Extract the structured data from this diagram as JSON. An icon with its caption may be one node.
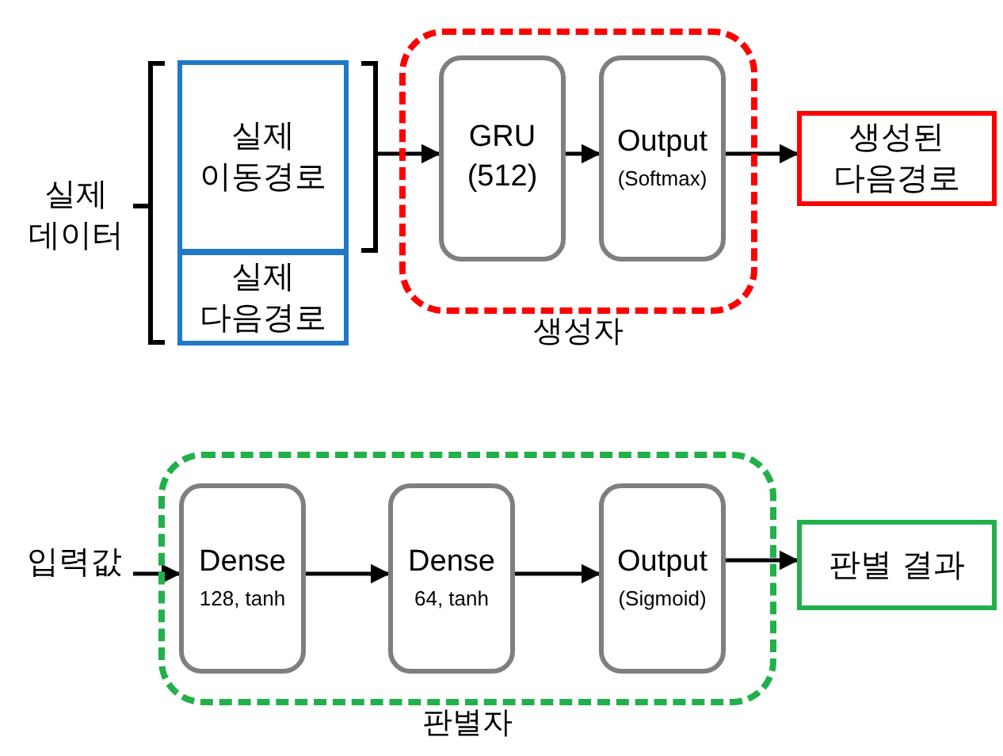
{
  "diagram": {
    "nodes": [
      {
        "text": [
          "실제 이동경로"
        ]
      },
      {
        "text": [
          "실제 다음경로"
        ]
      },
      {
        "text": [
          "생성자"
        ]
      },
      {
        "text": [
          "GRU (512)"
        ],
        "in": 2
      },
      {
        "text": [
          "Output",
          "(Softmax)"
        ],
        "in": 2
      },
      {
        "text": [
          "생성된 다음경로"
        ]
      },
      {
        "text": [
          "입력값"
        ]
      },
      {
        "text": [
          "판별자"
        ]
      },
      {
        "text": [
          "Dense",
          "128, tanh"
        ],
        "in": 7
      },
      {
        "text": [
          "Dense",
          "64, tanh"
        ],
        "in": 7
      },
      {
        "text": [
          "Output",
          "(Sigmoid)"
        ],
        "in": 7
      },
      {
        "text": [
          "판별 결과"
        ]
      }
    ],
    "edges": [
      {
        "from": null,
        "to": 3,
        "arrow": "to"
      },
      {
        "from": 3,
        "to": 4,
        "arrow": "to"
      },
      {
        "from": 4,
        "to": 5,
        "arrow": "to"
      },
      {
        "from": 6,
        "to": 8,
        "arrow": "to"
      },
      {
        "from": 8,
        "to": 9,
        "arrow": "to"
      },
      {
        "from": 9,
        "to": 10,
        "arrow": "to"
      },
      {
        "from": 10,
        "to": 11,
        "arrow": "to"
      }
    ],
    "labels": [
      "실제 데이터"
    ]
  }
}
